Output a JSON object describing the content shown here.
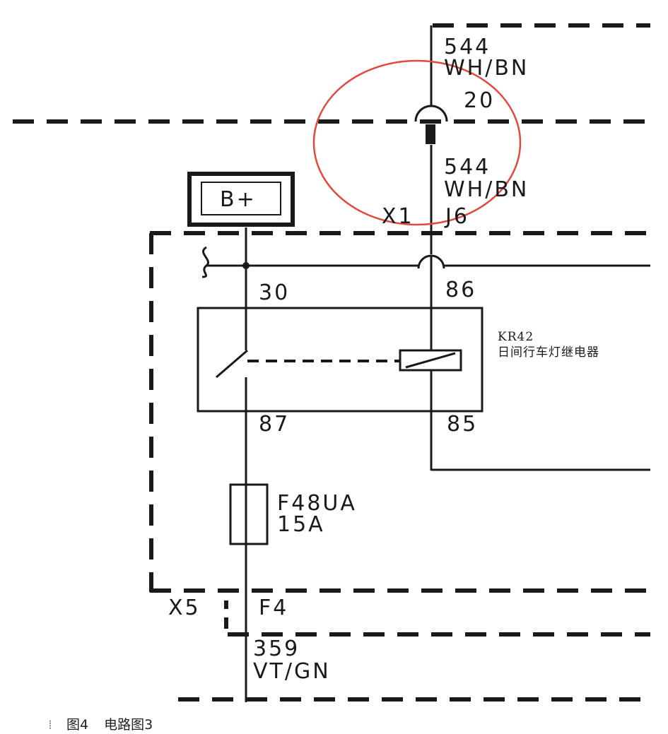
{
  "diagram": {
    "bplus": "B+",
    "wire_top": {
      "number": "544",
      "color": "WH/BN"
    },
    "splice_pin": "20",
    "wire_mid": {
      "number": "544",
      "color": "WH/BN"
    },
    "connector_x1": "X1",
    "connector_j6": "J6",
    "pin_30": "30",
    "pin_86": "86",
    "pin_87": "87",
    "pin_85": "85",
    "relay_code": "KR42",
    "relay_name": "日间行车灯继电器",
    "fuse_name": "F48UA",
    "fuse_rating": "15A",
    "connector_x5": "X5",
    "connector_f4": "F4",
    "wire_bottom": {
      "number": "359",
      "color": "VT/GN"
    },
    "highlight_color": "#e0493c"
  },
  "caption": {
    "figure": "图4",
    "title": "电路图3"
  }
}
